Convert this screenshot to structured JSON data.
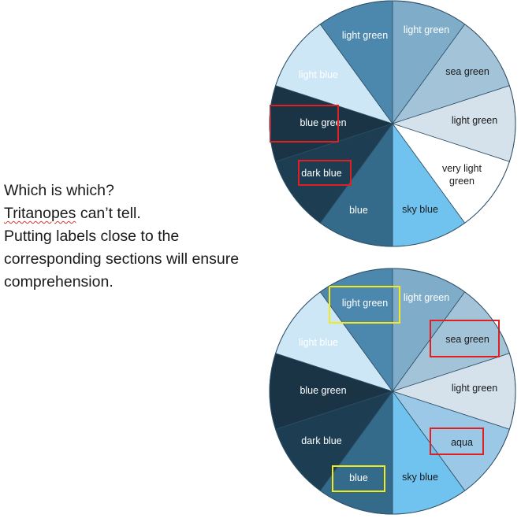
{
  "caption": {
    "line1": "Which is which?",
    "line2_word": "Tritanopes",
    "line2_rest": " can’t tell.",
    "line3": "Putting labels close to the",
    "line4": "corresponding sections will ensure",
    "line5": "comprehension."
  },
  "wheels": [
    {
      "id": "top",
      "segments": [
        {
          "color": "#7fadc9",
          "label": "light green",
          "text_color": "#ffffff",
          "highlight": null
        },
        {
          "color": "#a3c3d8",
          "label": "sea green",
          "text_color": "#1a1a1a",
          "highlight": null
        },
        {
          "color": "#d5e2ec",
          "label": "light green",
          "text_color": "#1a1a1a",
          "highlight": null
        },
        {
          "color": "#ffffff",
          "label": "very light green",
          "text_color": "#1a1a1a",
          "highlight": null
        },
        {
          "color": "#71c3ef",
          "label": "sky blue",
          "text_color": "#1a1a1a",
          "highlight": null
        },
        {
          "color": "#356b8a",
          "label": "blue",
          "text_color": "#ffffff",
          "highlight": null
        },
        {
          "color": "#1d3e52",
          "label": "dark blue",
          "text_color": "#ffffff",
          "highlight": "#e02020"
        },
        {
          "color": "#1a3446",
          "label": "blue green",
          "text_color": "#ffffff",
          "highlight": "#e02020"
        },
        {
          "color": "#cde7f7",
          "label": "light blue",
          "text_color": "#ffffff",
          "highlight": null
        },
        {
          "color": "#4c88ad",
          "label": "light green",
          "text_color": "#ffffff",
          "highlight": null
        }
      ]
    },
    {
      "id": "bottom",
      "segments": [
        {
          "color": "#7fadc9",
          "label": "light green",
          "text_color": "#ffffff",
          "highlight": null
        },
        {
          "color": "#a3c3d8",
          "label": "sea green",
          "text_color": "#1a1a1a",
          "highlight": "#e02020"
        },
        {
          "color": "#d5e2ec",
          "label": "light green",
          "text_color": "#1a1a1a",
          "highlight": null
        },
        {
          "color": "#9ac8e6",
          "label": "aqua",
          "text_color": "#1a1a1a",
          "highlight": "#e02020"
        },
        {
          "color": "#71c3ef",
          "label": "sky blue",
          "text_color": "#1a1a1a",
          "highlight": null
        },
        {
          "color": "#356b8a",
          "label": "blue",
          "text_color": "#ffffff",
          "highlight": "#f2ea1a"
        },
        {
          "color": "#1d3e52",
          "label": "dark blue",
          "text_color": "#ffffff",
          "highlight": null
        },
        {
          "color": "#1a3446",
          "label": "blue green",
          "text_color": "#ffffff",
          "highlight": null
        },
        {
          "color": "#cde7f7",
          "label": "light blue",
          "text_color": "#ffffff",
          "highlight": null
        },
        {
          "color": "#4c88ad",
          "label": "light green",
          "text_color": "#ffffff",
          "highlight": "#f2ea1a"
        }
      ]
    }
  ]
}
